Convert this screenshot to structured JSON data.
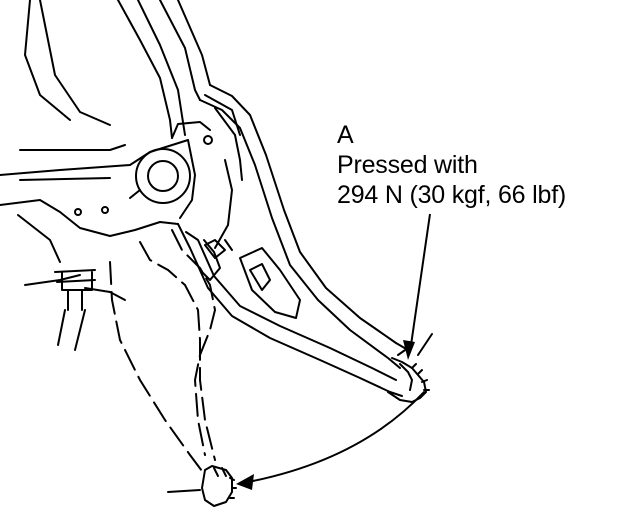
{
  "diagram": {
    "callout_letter": "A",
    "callout_text_line1": "Pressed with",
    "callout_text_line2": "294 N (30 kgf, 66 lbf)",
    "line_color": "#000000",
    "background_color": "#ffffff"
  }
}
